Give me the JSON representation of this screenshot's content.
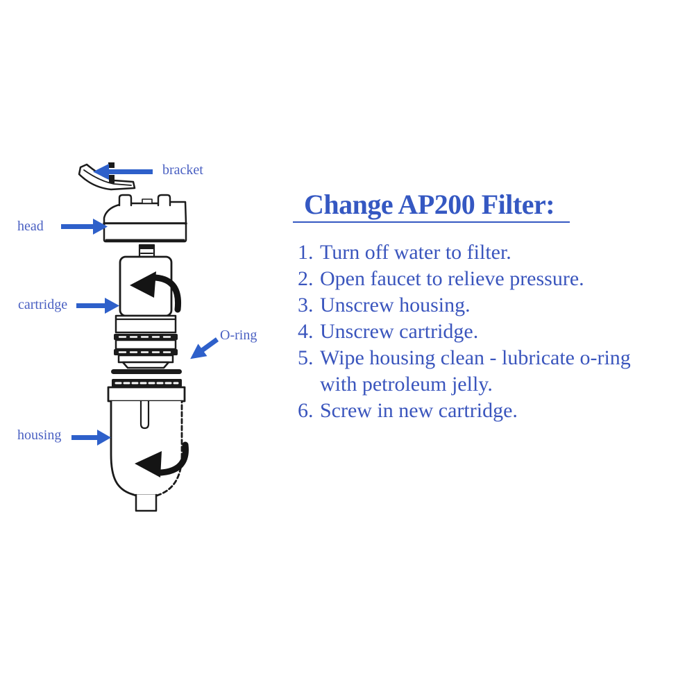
{
  "colors": {
    "text_blue": "#3A55BD",
    "title_blue": "#3558C2",
    "label_blue": "#4A60C2",
    "arrow_blue": "#2E60CA",
    "ink_black": "#1B1B1B",
    "background": "#FFFFFF"
  },
  "diagram": {
    "labels": {
      "bracket": "bracket",
      "head": "head",
      "cartridge": "cartridge",
      "oring": "O-ring",
      "housing": "housing"
    }
  },
  "instructions": {
    "title": "Change AP200 Filter:",
    "steps": [
      "Turn off water to filter.",
      "Open faucet to relieve pressure.",
      "Unscrew housing.",
      "Unscrew cartridge.",
      "Wipe housing clean - lubricate o-ring with petroleum jelly.",
      "Screw in new cartridge."
    ]
  }
}
